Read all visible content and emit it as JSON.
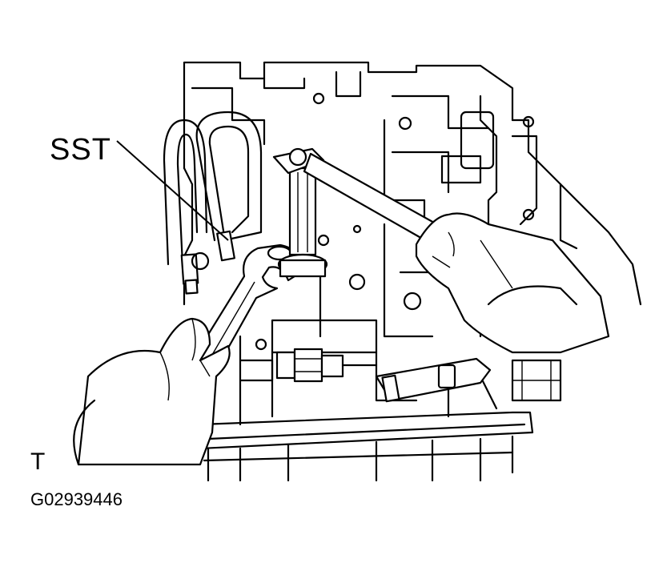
{
  "labels": {
    "tool": "SST",
    "view_marker": "T",
    "figure_id": "G02939446"
  },
  "colors": {
    "line": "#000000",
    "background": "#ffffff"
  }
}
